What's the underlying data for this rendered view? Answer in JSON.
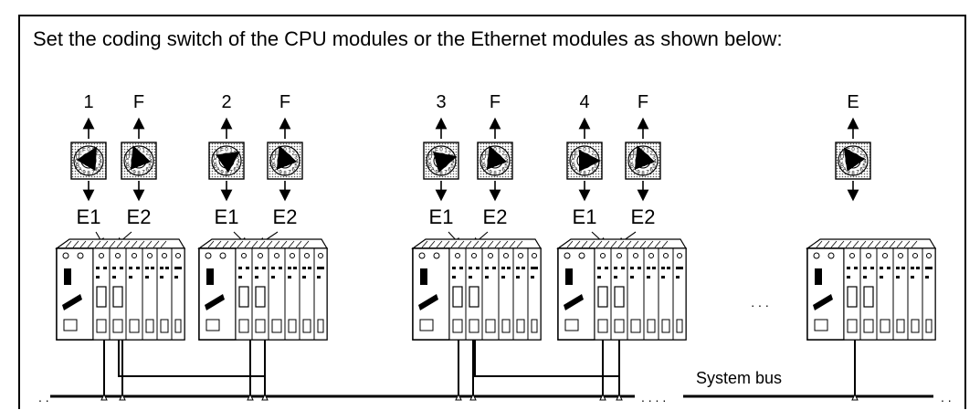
{
  "heading": "Set the coding switch of the CPU modules or the Ethernet modules as shown below:",
  "groups": [
    {
      "switch_values": [
        "1",
        "F"
      ],
      "labels": [
        "E1",
        "E2"
      ],
      "pointer_angles": [
        30,
        -20
      ]
    },
    {
      "switch_values": [
        "2",
        "F"
      ],
      "labels": [
        "E1",
        "E2"
      ],
      "pointer_angles": [
        55,
        -20
      ]
    },
    {
      "switch_values": [
        "3",
        "F"
      ],
      "labels": [
        "E1",
        "E2"
      ],
      "pointer_angles": [
        75,
        -20
      ]
    },
    {
      "switch_values": [
        "4",
        "F"
      ],
      "labels": [
        "E1",
        "E2"
      ],
      "pointer_angles": [
        90,
        -20
      ]
    },
    {
      "switch_values": [
        "E"
      ],
      "labels": [
        ""
      ],
      "pointer_angles": [
        -35
      ]
    }
  ],
  "ellipsis": ". . .",
  "bus_label": "System bus",
  "bus_ellipsis_left": ". .",
  "bus_ellipsis_mid": ". . . .",
  "bus_ellipsis_right": ". ."
}
